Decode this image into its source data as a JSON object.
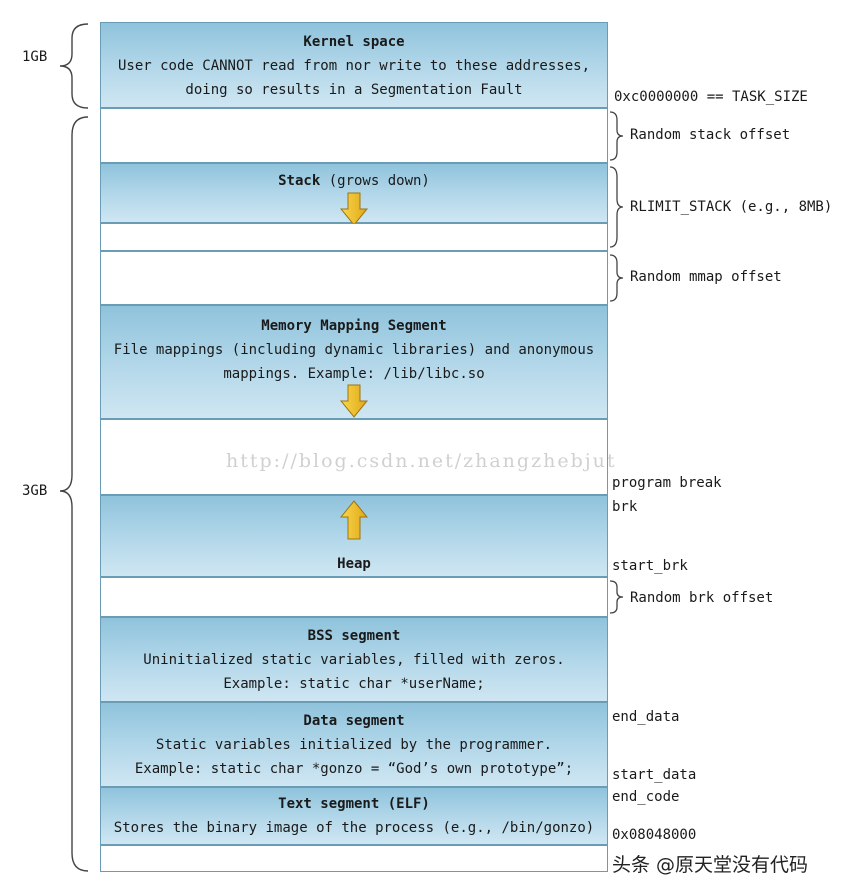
{
  "left_labels": {
    "kernel_size": "1GB",
    "user_size": "3GB"
  },
  "segments": {
    "kernel": {
      "title": "Kernel space",
      "line1": "User code CANNOT read from nor write to these addresses,",
      "line2": "doing so results in a Segmentation Fault"
    },
    "stack": {
      "title": "Stack",
      "desc": " (grows down)"
    },
    "mmap": {
      "title": "Memory Mapping Segment",
      "line1": "File mappings (including dynamic libraries) and anonymous",
      "line2": "mappings. Example: /lib/libc.so"
    },
    "heap": {
      "title": "Heap"
    },
    "bss": {
      "title": "BSS segment",
      "line1": "Uninitialized static variables, filled with zeros.",
      "line2": "Example: static char *userName;"
    },
    "data": {
      "title": "Data segment",
      "line1": "Static variables initialized by the programmer.",
      "line2": "Example: static char *gonzo = “God’s own prototype”;"
    },
    "text": {
      "title": "Text segment (ELF)",
      "line1": "Stores the binary image of the process (e.g., /bin/gonzo)"
    }
  },
  "right_labels": {
    "task_size": "0xc0000000 == TASK_SIZE",
    "random_stack": "Random stack offset",
    "rlimit_stack": "RLIMIT_STACK (e.g., 8MB)",
    "random_mmap": "Random mmap offset",
    "program_break": "program break",
    "brk": "brk",
    "start_brk": "start_brk",
    "random_brk": "Random brk offset",
    "end_data": "end_data",
    "start_data": "start_data",
    "end_code": "end_code",
    "text_start": "0x08048000"
  },
  "watermark": "http://blog.csdn.net/zhangzhebjut",
  "credit": "头条 @原天堂没有代码"
}
